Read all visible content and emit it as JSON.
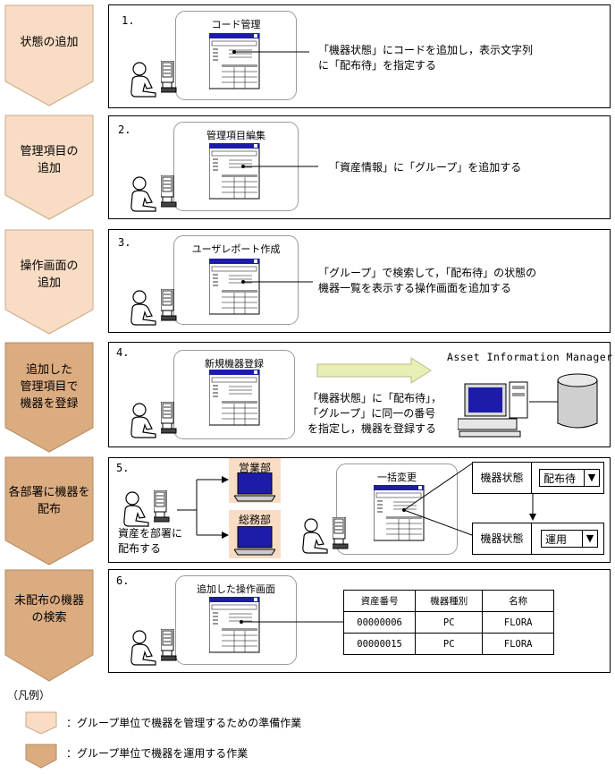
{
  "steps": [
    {
      "label": "状態の追加",
      "style": "prep"
    },
    {
      "label": "管理項目の\n追加",
      "style": "prep"
    },
    {
      "label": "操作画面の\n追加",
      "style": "prep"
    },
    {
      "label": "追加した\n管理項目で\n機器を登録",
      "style": "oper"
    },
    {
      "label": "各部署に機器を\n配布",
      "style": "oper"
    },
    {
      "label": "未配布の機器\nの検索",
      "style": "oper"
    }
  ],
  "panels": [
    {
      "number": "1.",
      "window_title": "コード管理",
      "text": "「機器状態」にコードを追加し，表示文字列\nに「配布待」を指定する"
    },
    {
      "number": "2.",
      "window_title": "管理項目編集",
      "text": "「資産情報」に「グループ」を追加する"
    },
    {
      "number": "3.",
      "window_title": "ユーザレポート作成",
      "text": "「グループ」で検索して，「配布待」の状態の\n機器一覧を表示する操作画面を追加する"
    },
    {
      "number": "4.",
      "window_title": "新規機器登録",
      "text": "「機器状態」に「配布待」，\n「グループ」に同一の番号\nを指定し，機器を登録する",
      "system_label": "Asset Information Manager"
    },
    {
      "number": "5.",
      "window_title": "一括変更",
      "text": "資産を部署に\n配布する",
      "departments": [
        "営業部",
        "総務部"
      ],
      "status_before": {
        "label": "機器状態",
        "value": "配布待"
      },
      "status_after": {
        "label": "機器状態",
        "value": "運用"
      }
    },
    {
      "number": "6.",
      "window_title": "追加した操作画面",
      "table": {
        "headers": [
          "資産番号",
          "機器種別",
          "名称"
        ],
        "rows": [
          [
            "00000006",
            "PC",
            "FLORA"
          ],
          [
            "00000015",
            "PC",
            "FLORA"
          ]
        ]
      }
    }
  ],
  "legend": {
    "title": "（凡例）",
    "items": [
      {
        "style": "prep",
        "text": "：グループ単位で機器を管理するための準備作業"
      },
      {
        "style": "oper",
        "text": "：グループ単位で機器を運用する作業"
      }
    ]
  },
  "colors": {
    "prep": "#f9dcc4",
    "oper": "#dcac81",
    "prep_stroke": "#c9a887",
    "oper_stroke": "#b48a62",
    "arrow": "#e9efb4",
    "screen": "#1c1ca8"
  },
  "icons": {
    "dropdown": "▼"
  }
}
